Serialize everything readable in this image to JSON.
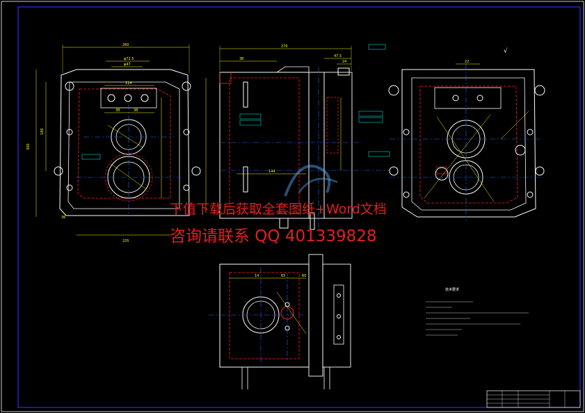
{
  "watermark": {
    "line1": "下值下载后获取全套图纸+Word文档",
    "line2": "咨询请联系 QQ 401339828"
  },
  "dimensions": {
    "front_width": "260",
    "front_top_a": "φ72.5",
    "front_top_b": "φ47",
    "front_114": "114",
    "front_38a": "38",
    "front_38b": "38",
    "front_300": "300",
    "front_180": "180",
    "front_36": "36",
    "front_235": "235",
    "side_width": "270",
    "side_38": "38",
    "side_47": "47.5",
    "side_24": "24",
    "side_144": "144",
    "bottom_14": "14",
    "bottom_65": "65",
    "bottom_60": "60",
    "right_22": "22"
  },
  "notes": {
    "title": "技术要求"
  },
  "colors": {
    "background": "#000000",
    "border": "#2a2aff",
    "outline": "#ffffff",
    "dimension": "#ffff00",
    "centerline": "#1e6cff",
    "hidden": "#ff2020",
    "annotation": "#00ffff",
    "hatch": "#ff3030"
  }
}
